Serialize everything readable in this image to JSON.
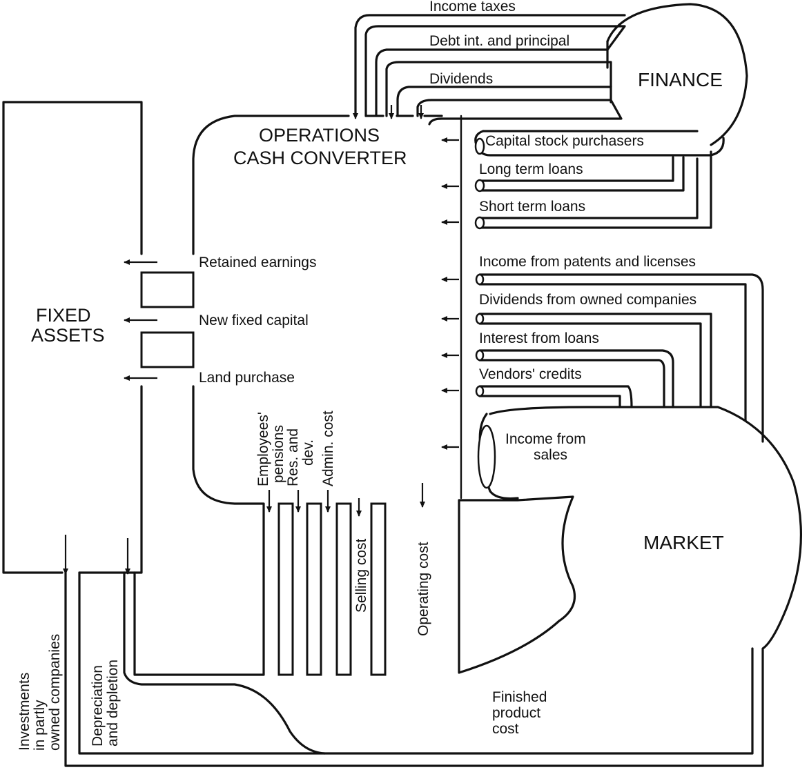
{
  "diagram": {
    "blocks": {
      "finance": "FINANCE",
      "market": "MARKET",
      "fixed_assets_line1": "FIXED",
      "fixed_assets_line2": "ASSETS",
      "converter_line1": "OPERATIONS",
      "converter_line2": "CASH  CONVERTER"
    },
    "finance_outflows": {
      "income_taxes": "Income taxes",
      "debt": "Debt int. and principal",
      "dividends": "Dividends"
    },
    "finance_inflows": {
      "capital_stock": "Capital stock purchasers",
      "long_term": "Long term loans",
      "short_term": "Short term loans"
    },
    "market_inflows": {
      "patents": "Income from patents and licenses",
      "owned_dividends": "Dividends from owned companies",
      "interest": "Interest from loans",
      "vendors": "Vendors' credits",
      "sales_line1": "Income from",
      "sales_line2": "sales"
    },
    "fixed_flows": {
      "retained": "Retained earnings",
      "new_capital": "New fixed capital",
      "land": "Land purchase"
    },
    "cost_flows": {
      "pensions_line1": "Employees'",
      "pensions_line2": "pensions",
      "rnd_line1": "Res. and",
      "rnd_line2": "dev.",
      "admin": "Admin. cost",
      "selling": "Selling cost",
      "operating": "Operating cost"
    },
    "bottom_flows": {
      "investments_line1": "Investments",
      "investments_line2": "in partly",
      "investments_line3": "owned companies",
      "depreciation_line1": "Depreciation",
      "depreciation_line2": "and depletion",
      "finished_line1": "Finished",
      "finished_line2": "product",
      "finished_line3": "cost"
    }
  }
}
